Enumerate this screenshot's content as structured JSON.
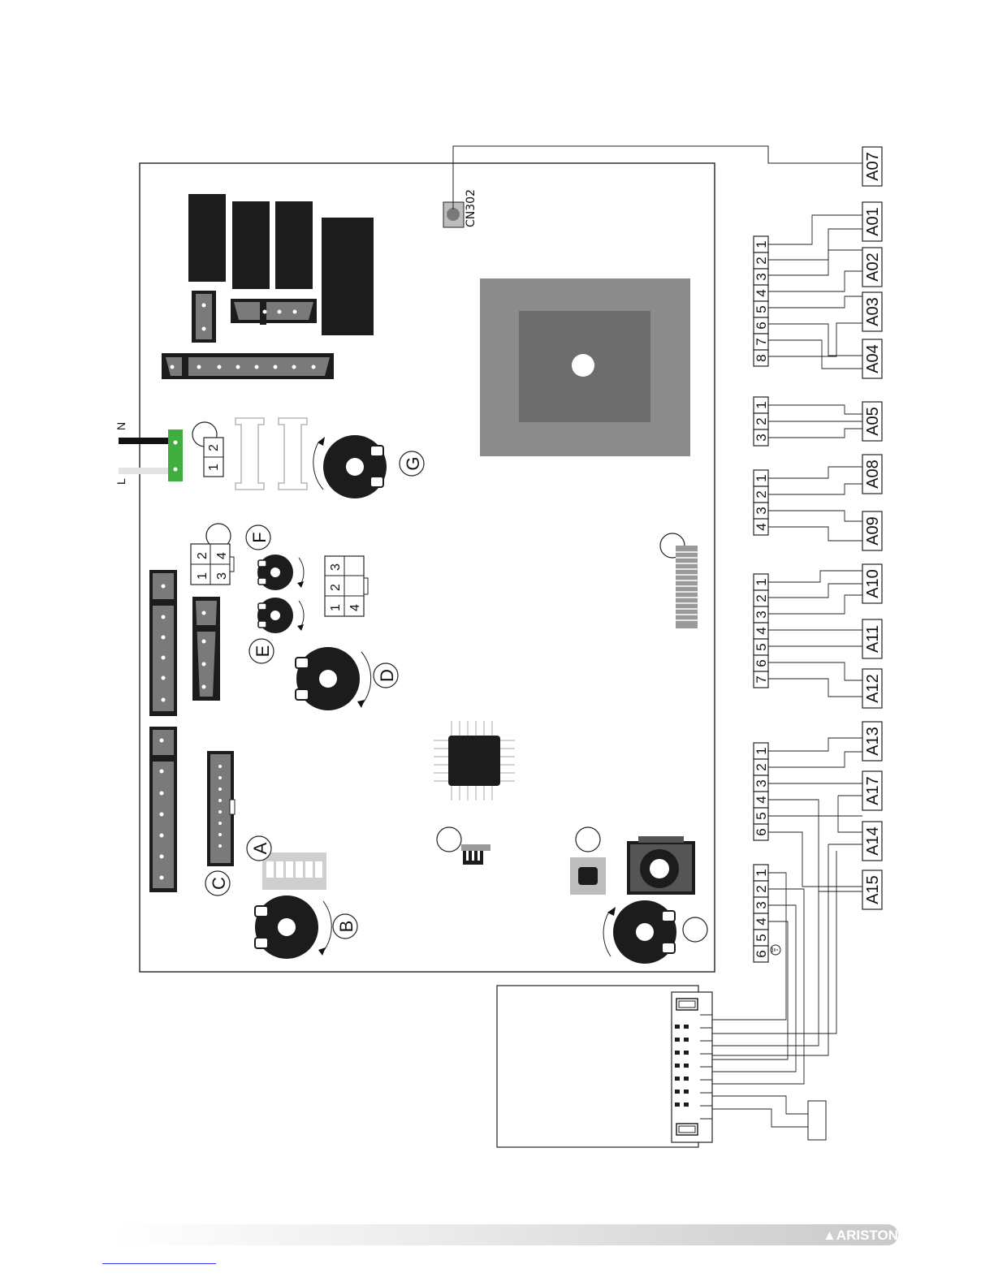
{
  "board": {
    "cn302_label": "CN302",
    "power_labels": {
      "n": "N",
      "l": "L"
    },
    "power_terminal_numbers": [
      "1",
      "2"
    ],
    "adjust_labels": [
      "A",
      "B",
      "C",
      "D",
      "E",
      "F",
      "G"
    ],
    "connector_f_pins": [
      "1",
      "2",
      "3",
      "4"
    ],
    "connector_e_pins": [
      "1",
      "2",
      "3",
      "4"
    ]
  },
  "terminal_blocks": [
    {
      "id": "block-a01-a04",
      "pins": [
        "8",
        "7",
        "6",
        "5",
        "4",
        "3",
        "2",
        "1"
      ]
    },
    {
      "id": "block-a05",
      "pins": [
        "3",
        "2",
        "1"
      ]
    },
    {
      "id": "block-a08-a09",
      "pins": [
        "4",
        "3",
        "2",
        "1"
      ]
    },
    {
      "id": "block-a10-a12",
      "pins": [
        "7",
        "6",
        "5",
        "4",
        "3",
        "2",
        "1"
      ]
    },
    {
      "id": "block-a13-a15",
      "pins": [
        "6",
        "5",
        "4",
        "3",
        "2",
        "1"
      ]
    },
    {
      "id": "block-earth",
      "pins": [
        "6",
        "5",
        "4",
        "3",
        "2",
        "1"
      ]
    }
  ],
  "wire_labels": [
    "A07",
    "A01",
    "A02",
    "A03",
    "A04",
    "A05",
    "A08",
    "A09",
    "A10",
    "A11",
    "A12",
    "A13",
    "A17",
    "A14",
    "A15"
  ],
  "footer": {
    "brand": "ARISTON"
  },
  "colors": {
    "terminal_green": "#3fae3f",
    "transformer_outer": "#8c8c8c",
    "transformer_inner": "#6d6d6d"
  }
}
